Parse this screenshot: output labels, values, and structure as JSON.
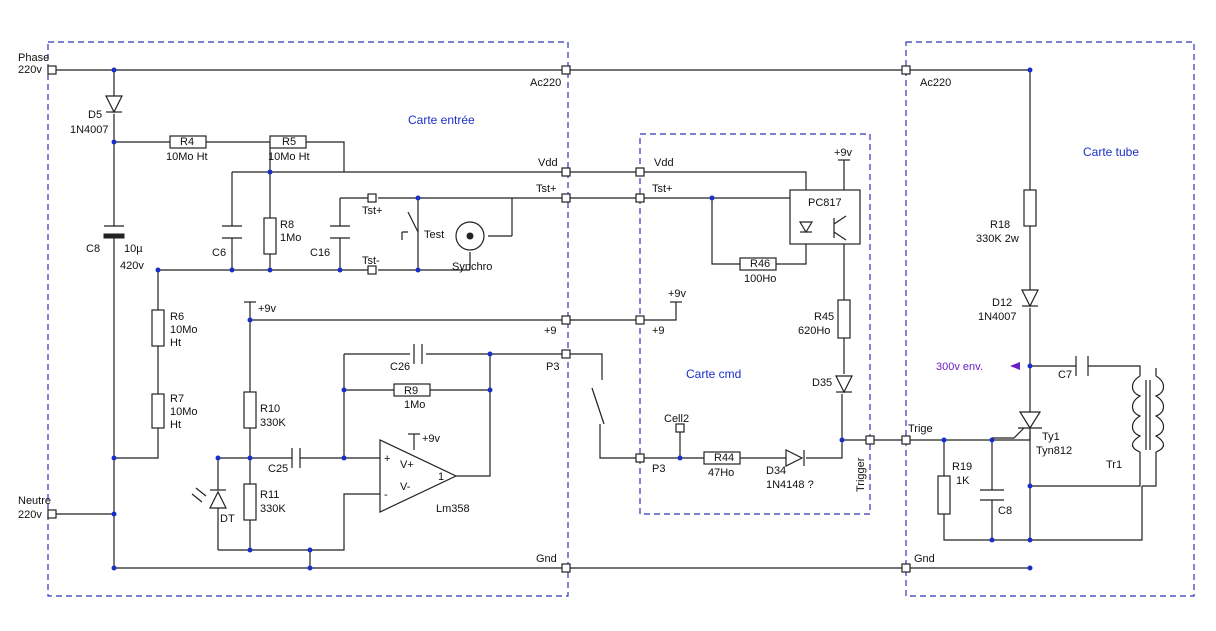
{
  "colors": {
    "wire": "#222222",
    "junction": "#1a2fc8",
    "boundary": "#3333bb",
    "title": "#1a2fc8",
    "annotation": "#6a1fc8"
  },
  "boards": {
    "entree": "Carte entrée",
    "cmd": "Carte cmd",
    "tube": "Carte tube"
  },
  "ports": {
    "phase": "Phase",
    "phase_v": "220v",
    "neutre": "Neutre",
    "neutre_v": "220v",
    "ac220_a": "Ac220",
    "ac220_b": "Ac220",
    "vdd_a": "Vdd",
    "vdd_b": "Vdd",
    "tst_a": "Tst+",
    "tst_b": "Tst+",
    "p9_a": "+9",
    "p9_b": "+9",
    "p3_a": "P3",
    "p3_b": "P3",
    "gnd_a": "Gnd",
    "gnd_b": "Gnd",
    "trigger": "Trigger",
    "trige": "Trige",
    "cell2": "Cell2",
    "tst_plus": "Tst+",
    "tst_minus": "Tst-"
  },
  "supplies": {
    "v9_a": "+9v",
    "v9_b": "+9v",
    "v9_c": "+9v",
    "v9_d": "+9v"
  },
  "components": {
    "d5": "D5",
    "d5_val": "1N4007",
    "r4": "R4",
    "r4_val": "10Mo Ht",
    "r5": "R5",
    "r5_val": "10Mo Ht",
    "c6": "C6",
    "r8": "R8",
    "r8_val": "1Mo",
    "c16": "C16",
    "test": "Test",
    "synchro": "Synchro",
    "c8": "C8",
    "c8_val1": "10µ",
    "c8_val2": "420v",
    "r6": "R6",
    "r6_val1": "10Mo",
    "r6_val2": "Ht",
    "r7": "R7",
    "r7_val1": "10Mo",
    "r7_val2": "Ht",
    "r10": "R10",
    "r10_val": "330K",
    "r11": "R11",
    "r11_val": "330K",
    "c25": "C25",
    "dt": "DT",
    "c26": "C26",
    "r9": "R9",
    "r9_val": "1Mo",
    "opamp": "Lm358",
    "op_plus": "+",
    "op_minus": "-",
    "op_vp": "V+",
    "op_vm": "V-",
    "op_out": "1",
    "pc817": "PC817",
    "r46": "R46",
    "r46_val": "100Ho",
    "r45": "R45",
    "r45_val": "620Ho",
    "d35": "D35",
    "r44": "R44",
    "r44_val": "47Ho",
    "d34": "D34",
    "d34_val": "1N4148 ?",
    "r18": "R18",
    "r18_val": "330K 2w",
    "d12": "D12",
    "d12_val": "1N4007",
    "c7": "C7",
    "r19": "R19",
    "r19_val": "1K",
    "c8b": "C8",
    "ty1": "Ty1",
    "ty1_val": "Tyn812",
    "tr1": "Tr1"
  },
  "annotation": "300v env."
}
